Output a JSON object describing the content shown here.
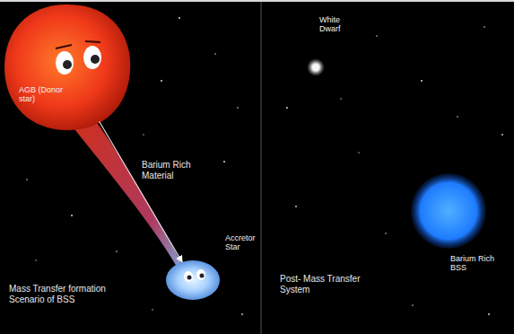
{
  "diagram": {
    "nodes": [
      {
        "text": [
          "AGB (Donor star)"
        ]
      },
      {
        "text": [
          "Accretor Star"
        ]
      },
      {
        "text": [
          "White Dwarf"
        ]
      },
      {
        "text": [
          "Barium Rich BSS"
        ]
      }
    ],
    "edges": [
      {
        "from": 0,
        "to": 1,
        "label": "Barium Rich Material",
        "arrow": "to"
      }
    ],
    "labels": [
      "Mass Transfer formation Scenario of BSS",
      "Post- Mass Transfer System"
    ]
  }
}
